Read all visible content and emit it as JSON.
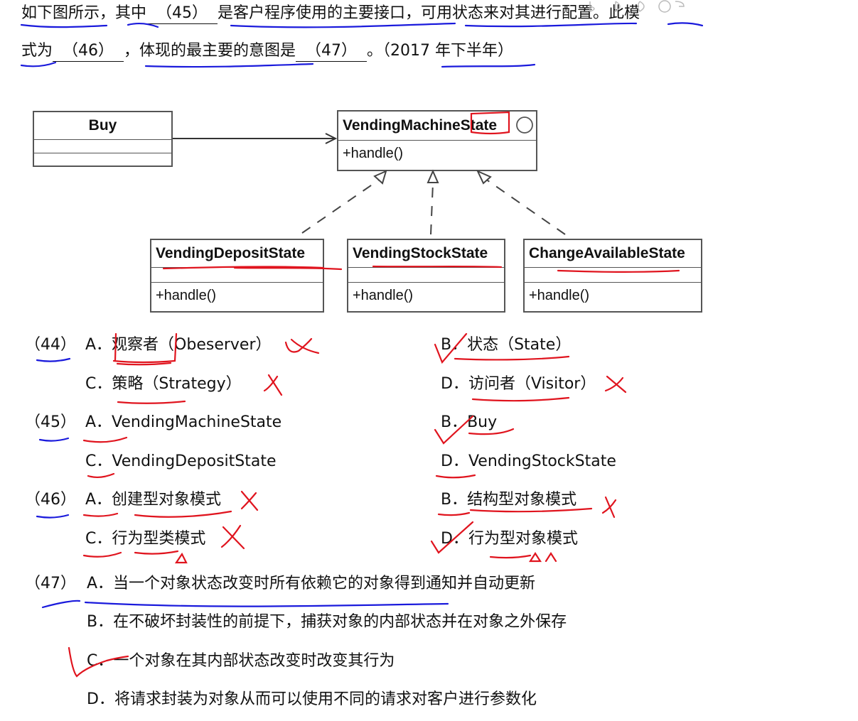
{
  "intro": {
    "line1_a": "如下图所示，其中",
    "blank45": "（45）",
    "line1_b": "是客户程序使用的主要接口，可用状态来对其进行配置。此模",
    "line2_a": "式为",
    "blank46": "（46）",
    "line2_b": "，体现的最主要的意图是",
    "blank47": "（47）",
    "line2_c": "。（2017 年下半年）"
  },
  "diagram": {
    "buy": "Buy",
    "vending_machine_state": "VendingMachineState",
    "vms_op": "+handle()",
    "deposit": "VendingDepositState",
    "deposit_op": "+handle()",
    "stock": "VendingStockState",
    "stock_op": "+handle()",
    "change": "ChangeAvailableState",
    "change_op": "+handle()"
  },
  "questions": {
    "q44": {
      "num": "（44）",
      "a": "A．观察者（Obeserver）",
      "b": "B．状态（State）",
      "c": "C．策略（Strategy）",
      "d": "D．访问者（Visitor）"
    },
    "q45": {
      "num": "（45）",
      "a": "A．VendingMachineState",
      "b": "B．Buy",
      "c": "C．VendingDepositState",
      "d": "D．VendingStockState"
    },
    "q46": {
      "num": "（46）",
      "a": "A．创建型对象模式",
      "b": "B．结构型对象模式",
      "c": "C．行为型类模式",
      "d": "D．行为型对象模式"
    },
    "q47": {
      "num": "（47）",
      "a": "A．当一个对象状态改变时所有依赖它的对象得到通知并自动更新",
      "b": "B．在不破坏封装性的前提下，捕获对象的内部状态并在对象之外保存",
      "c": "C．一个对象在其内部状态改变时改变其行为",
      "d": "D．将请求封装为对象从而可以使用不同的请求对客户进行参数化"
    }
  },
  "colors": {
    "ink": "#1a1adc",
    "annotation": "#e0141e",
    "text": "#111111"
  }
}
